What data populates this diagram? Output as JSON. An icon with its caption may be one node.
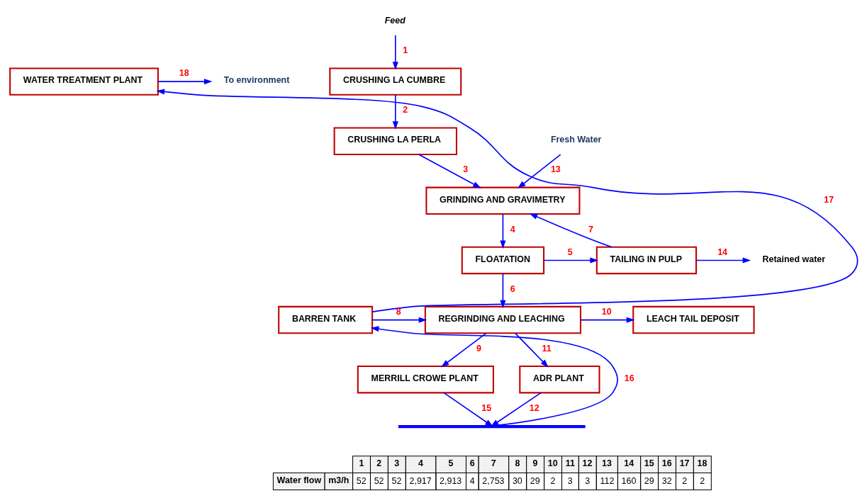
{
  "diagram": {
    "nodes": [
      {
        "text": [
          "Feed"
        ]
      },
      {
        "text": [
          "CRUSHING LA CUMBRE"
        ]
      },
      {
        "text": [
          "CRUSHING LA PERLA"
        ]
      },
      {
        "text": [
          "Fresh Water"
        ]
      },
      {
        "text": [
          "GRINDING AND GRAVIMETRY"
        ]
      },
      {
        "text": [
          "FLOATATION"
        ]
      },
      {
        "text": [
          "TAILING IN PULP"
        ]
      },
      {
        "text": [
          "Retained water"
        ]
      },
      {
        "text": [
          "WATER TREATMENT PLANT"
        ]
      },
      {
        "text": [
          "To environment"
        ]
      },
      {
        "text": [
          "BARREN TANK"
        ]
      },
      {
        "text": [
          "REGRINDING AND LEACHING"
        ]
      },
      {
        "text": [
          "LEACH TAIL DEPOSIT"
        ]
      },
      {
        "text": [
          "MERRILL CROWE PLANT"
        ]
      },
      {
        "text": [
          "ADR PLANT"
        ]
      },
      {
        "text": [],
        "shape": "bar"
      }
    ],
    "edges": [
      {
        "from": 0,
        "to": 1,
        "arrow": "to",
        "label": "1"
      },
      {
        "from": 1,
        "to": 2,
        "arrow": "to",
        "label": "2"
      },
      {
        "from": 2,
        "to": 4,
        "arrow": "to",
        "label": "3"
      },
      {
        "from": 3,
        "to": 4,
        "arrow": "to",
        "label": "13"
      },
      {
        "from": 4,
        "to": 5,
        "arrow": "to",
        "label": "4"
      },
      {
        "from": 5,
        "to": 6,
        "arrow": "to",
        "label": "5"
      },
      {
        "from": 6,
        "to": 4,
        "arrow": "to",
        "label": "7"
      },
      {
        "from": 6,
        "to": 7,
        "arrow": "to",
        "label": "14"
      },
      {
        "from": 5,
        "to": 11,
        "arrow": "to",
        "label": "6"
      },
      {
        "from": 10,
        "to": 11,
        "arrow": "to",
        "label": "8"
      },
      {
        "from": 11,
        "to": 12,
        "arrow": "to",
        "label": "10"
      },
      {
        "from": 11,
        "to": 13,
        "arrow": "to",
        "label": "9"
      },
      {
        "from": 11,
        "to": 14,
        "arrow": "to",
        "label": "11"
      },
      {
        "from": 14,
        "to": 15,
        "arrow": "to",
        "label": "12"
      },
      {
        "from": 13,
        "to": 15,
        "arrow": "to",
        "label": "15"
      },
      {
        "from": 15,
        "to": 10,
        "arrow": "to",
        "label": "16"
      },
      {
        "from": 10,
        "to": 8,
        "arrow": "to",
        "label": "17"
      },
      {
        "from": 8,
        "to": 9,
        "arrow": "to",
        "label": "18"
      }
    ],
    "labels": [
      "1",
      "2",
      "3",
      "4",
      "5",
      "6",
      "7",
      "8",
      "9",
      "10",
      "11",
      "12",
      "13",
      "14",
      "15",
      "16",
      "17",
      "18",
      "Water flow",
      "m3/h",
      "52",
      "52",
      "52",
      "2,917",
      "2,913",
      "4",
      "2,753",
      "30",
      "29",
      "2",
      "3",
      "3",
      "112",
      "160",
      "29",
      "32",
      "2",
      "2"
    ]
  }
}
